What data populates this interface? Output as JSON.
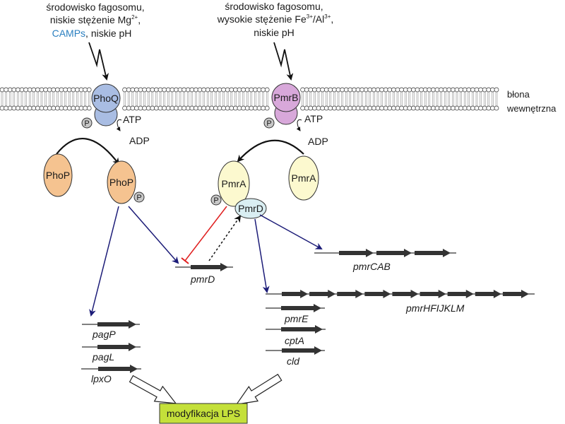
{
  "stimuli": {
    "left": {
      "line1": "środowisko fagosomu,",
      "line2_pre": "niskie stężenie Mg",
      "line2_sup": "2+",
      "line2_post": ",",
      "line3_camps": "CAMPs",
      "line3_post": ", niskie pH"
    },
    "right": {
      "line1": "środowisko fagosomu,",
      "line2_pre": "wysokie stężenie Fe",
      "line2_sup1": "3+",
      "line2_mid": "/Al",
      "line2_sup2": "3+",
      "line2_post": ",",
      "line3": "niskie pH"
    }
  },
  "membrane": {
    "line1": "błona",
    "line2": "wewnętrzna"
  },
  "proteins": {
    "phoq": "PhoQ",
    "pmrb": "PmrB",
    "phop": "PhoP",
    "pmra": "PmrA",
    "pmrd": "PmrD",
    "phosphate": "P",
    "atp": "ATP",
    "adp": "ADP"
  },
  "genes": {
    "pmrD": "pmrD",
    "pmrCAB": "pmrCAB",
    "pmrHFIJKLM": "pmrHFIJKLM",
    "pmrE": "pmrE",
    "cptA": "cptA",
    "cld": "cld",
    "pagP": "pagP",
    "pagL": "pagL",
    "lpxO": "lpxO"
  },
  "result": {
    "label": "modyfikacja LPS"
  },
  "colors": {
    "phoq": "#a9bde3",
    "pmrb": "#d8a8da",
    "phop": "#f5c390",
    "pmra": "#fcf9cf",
    "pmrd": "#d9eef2",
    "phosphate": "#c8c8c8",
    "activation": "#1c1c78",
    "inhibition": "#e02020",
    "camps": "#2a7fc0",
    "result_box": "#c4e03a",
    "gene": "#333333"
  }
}
